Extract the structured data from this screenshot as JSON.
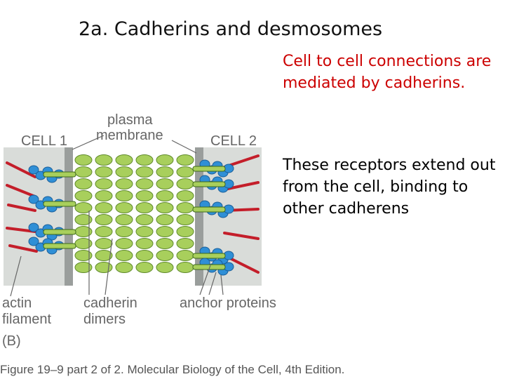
{
  "slide": {
    "title": "2a. Cadherins and desmosomes",
    "bullets": [
      "Cell to cell connections are mediated by cadherins.",
      "These receptors extend out from the cell, binding to other cadherens"
    ]
  },
  "figure": {
    "labels": {
      "cell1": "CELL 1",
      "cell2": "CELL 2",
      "plasma_membrane_line1": "plasma",
      "plasma_membrane_line2": "membrane",
      "actin_line1": "actin",
      "actin_line2": "filament",
      "cadherin_line1": "cadherin",
      "cadherin_line2": "dimers",
      "anchor": "anchor proteins",
      "panel": "(B)"
    },
    "caption": "Figure 19–9 part 2 of 2. Molecular Biology of the Cell, 4th Edition.",
    "colors": {
      "membrane": "#9a9e9c",
      "cell_interior": "#d9dcd9",
      "cadherin_bead": "#a8cf5c",
      "anchor_protein": "#2f8fd6",
      "actin_filament": "#c41e2a",
      "label_text": "#666666"
    }
  }
}
